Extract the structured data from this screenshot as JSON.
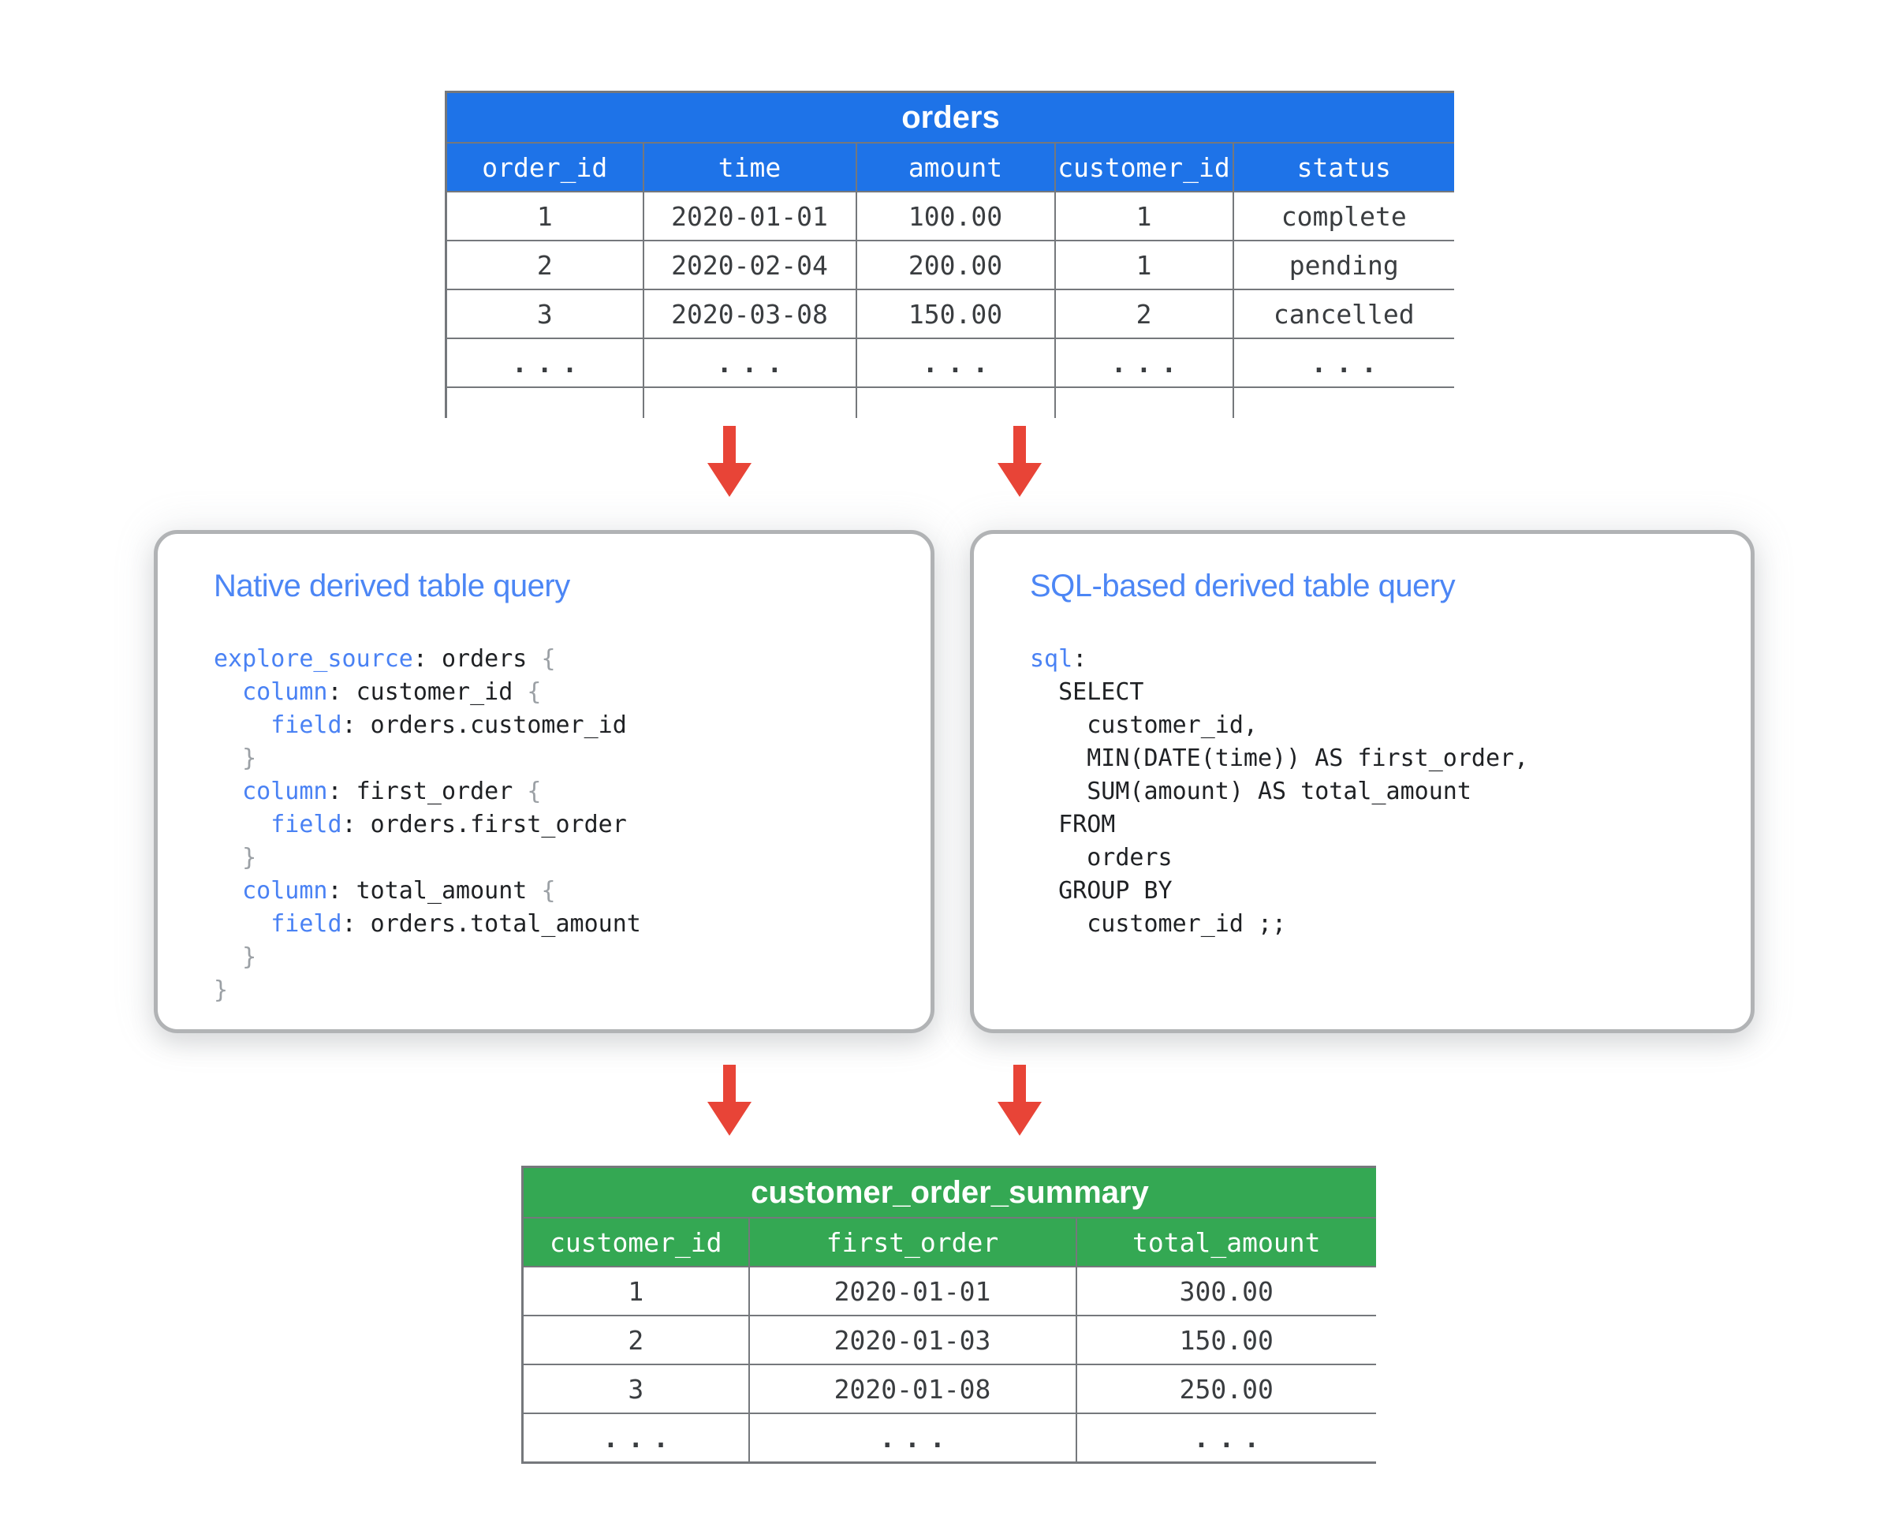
{
  "orders_table": {
    "title": "orders",
    "columns": [
      "order_id",
      "time",
      "amount",
      "customer_id",
      "status"
    ],
    "rows": [
      [
        "1",
        "2020-01-01",
        "100.00",
        "1",
        "complete"
      ],
      [
        "2",
        "2020-02-04",
        "200.00",
        "1",
        "pending"
      ],
      [
        "3",
        "2020-03-08",
        "150.00",
        "2",
        "cancelled"
      ],
      [
        "...",
        "...",
        "...",
        "...",
        "..."
      ]
    ]
  },
  "left_box": {
    "title": "Native derived table query",
    "code_lines": [
      [
        [
          "kw",
          "explore_source"
        ],
        [
          "tx",
          ": orders "
        ],
        [
          "br",
          "{"
        ]
      ],
      [
        [
          "tx",
          "  "
        ],
        [
          "kw",
          "column"
        ],
        [
          "tx",
          ": customer_id "
        ],
        [
          "br",
          "{"
        ]
      ],
      [
        [
          "tx",
          "    "
        ],
        [
          "kw",
          "field"
        ],
        [
          "tx",
          ": orders.customer_id"
        ]
      ],
      [
        [
          "tx",
          "  "
        ],
        [
          "br",
          "}"
        ]
      ],
      [
        [
          "tx",
          "  "
        ],
        [
          "kw",
          "column"
        ],
        [
          "tx",
          ": first_order "
        ],
        [
          "br",
          "{"
        ]
      ],
      [
        [
          "tx",
          "    "
        ],
        [
          "kw",
          "field"
        ],
        [
          "tx",
          ": orders.first_order"
        ]
      ],
      [
        [
          "tx",
          "  "
        ],
        [
          "br",
          "}"
        ]
      ],
      [
        [
          "tx",
          "  "
        ],
        [
          "kw",
          "column"
        ],
        [
          "tx",
          ": total_amount "
        ],
        [
          "br",
          "{"
        ]
      ],
      [
        [
          "tx",
          "    "
        ],
        [
          "kw",
          "field"
        ],
        [
          "tx",
          ": orders.total_amount"
        ]
      ],
      [
        [
          "tx",
          "  "
        ],
        [
          "br",
          "}"
        ]
      ],
      [
        [
          "br",
          "}"
        ]
      ]
    ]
  },
  "right_box": {
    "title": "SQL-based derived table query",
    "code_lines": [
      [
        [
          "kw",
          "sql"
        ],
        [
          "tx",
          ":"
        ]
      ],
      [
        [
          "tx",
          "  SELECT"
        ]
      ],
      [
        [
          "tx",
          "    customer_id,"
        ]
      ],
      [
        [
          "tx",
          "    MIN(DATE(time)) AS first_order,"
        ]
      ],
      [
        [
          "tx",
          "    SUM(amount) AS total_amount"
        ]
      ],
      [
        [
          "tx",
          "  FROM"
        ]
      ],
      [
        [
          "tx",
          "    orders"
        ]
      ],
      [
        [
          "tx",
          "  GROUP BY"
        ]
      ],
      [
        [
          "tx",
          "    customer_id ;;"
        ]
      ]
    ]
  },
  "summary_table": {
    "title": "customer_order_summary",
    "columns": [
      "customer_id",
      "first_order",
      "total_amount"
    ],
    "rows": [
      [
        "1",
        "2020-01-01",
        "300.00"
      ],
      [
        "2",
        "2020-01-03",
        "150.00"
      ],
      [
        "3",
        "2020-01-08",
        "250.00"
      ],
      [
        "...",
        "...",
        "..."
      ]
    ]
  },
  "icons": {
    "flow_arrow": "down-arrow"
  },
  "colors": {
    "table_header_blue": "#1e73e8",
    "table_header_green": "#34a853",
    "arrow_red": "#e84437",
    "box_border_gray": "#b1b3b5",
    "table_border_gray": "#75787c",
    "box_title_blue": "#4c86f5",
    "code_keyword_blue": "#4a82f4",
    "code_brace_gray": "#9ba0a5",
    "code_text": "#1f2124",
    "cell_text": "#3a3d40"
  }
}
